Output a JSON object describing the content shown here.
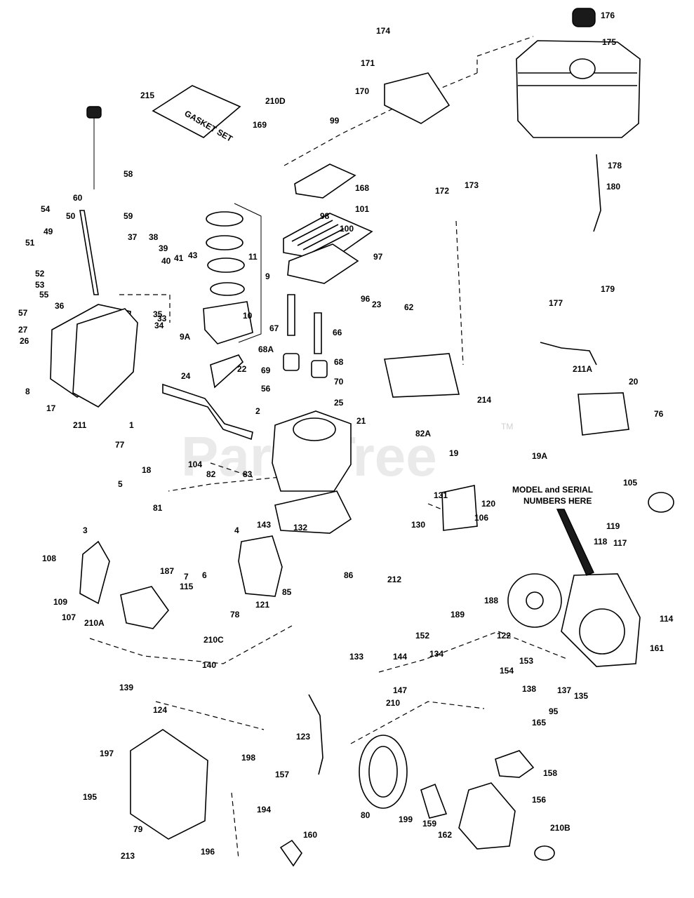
{
  "watermark": "PartsTree",
  "watermark_tm": "TM",
  "model_serial_note": [
    "MODEL and SERIAL",
    "NUMBERS HERE"
  ],
  "gasket_set_label": "GASKET SET",
  "callouts": [
    "176",
    "175",
    "174",
    "171",
    "170",
    "215",
    "210D",
    "169",
    "99",
    "178",
    "168",
    "180",
    "172",
    "173",
    "58",
    "60",
    "59",
    "101",
    "98",
    "100",
    "54",
    "50",
    "49",
    "51",
    "37",
    "38",
    "39",
    "40",
    "41",
    "43",
    "11",
    "9",
    "97",
    "179",
    "52",
    "53",
    "55",
    "36",
    "35",
    "33",
    "34",
    "96",
    "177",
    "57",
    "27",
    "26",
    "9A",
    "10",
    "67",
    "66",
    "23",
    "62",
    "68A",
    "68",
    "69",
    "70",
    "56",
    "25",
    "8",
    "17",
    "24",
    "22",
    "211",
    "214",
    "211A",
    "20",
    "76",
    "1",
    "2",
    "21",
    "82A",
    "77",
    "19",
    "19A",
    "18",
    "104",
    "5",
    "81",
    "82",
    "83",
    "131",
    "120",
    "106",
    "105",
    "3",
    "4",
    "143",
    "132",
    "130",
    "119",
    "118",
    "117",
    "108",
    "109",
    "107",
    "187",
    "6",
    "7",
    "85",
    "86",
    "212",
    "188",
    "189",
    "115",
    "121",
    "78",
    "210A",
    "210C",
    "122",
    "114",
    "161",
    "140",
    "139",
    "133",
    "152",
    "144",
    "134",
    "153",
    "154",
    "138",
    "137",
    "135",
    "147",
    "210",
    "95",
    "165",
    "124",
    "123",
    "197",
    "198",
    "157",
    "158",
    "156",
    "195",
    "194",
    "79",
    "80",
    "199",
    "159",
    "162",
    "210B",
    "160",
    "213",
    "196"
  ]
}
